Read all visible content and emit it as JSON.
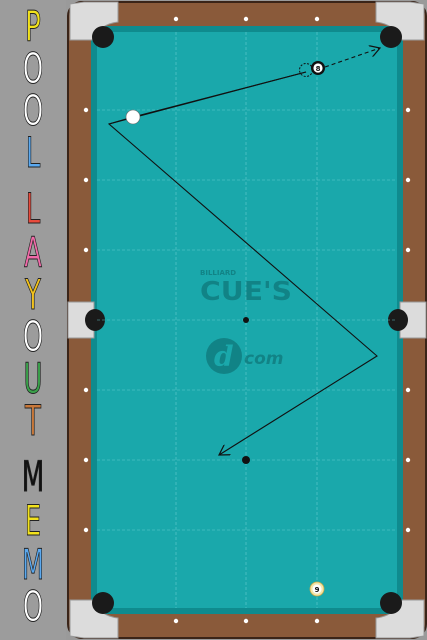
{
  "sidebar": {
    "title_letters": [
      {
        "char": "P",
        "color": "#f2e21c"
      },
      {
        "char": "O",
        "color": "#ffffff"
      },
      {
        "char": "O",
        "color": "#ffffff"
      },
      {
        "char": "L",
        "color": "#5aa9f0"
      },
      {
        "char": "L",
        "color": "#e84a3c"
      },
      {
        "char": "A",
        "color": "#f06aa8"
      },
      {
        "char": "Y",
        "color": "#f2c21c"
      },
      {
        "char": "O",
        "color": "#ffffff"
      },
      {
        "char": "U",
        "color": "#3aa04a"
      },
      {
        "char": "T",
        "color": "#c8783a"
      },
      {
        "char": "M",
        "color": "#111111"
      },
      {
        "char": "E",
        "color": "#f2e21c"
      },
      {
        "char": "M",
        "color": "#5aa9f0"
      },
      {
        "char": "O",
        "color": "#ffffff"
      }
    ]
  },
  "table": {
    "felt_color": "#1aa8ab",
    "rail_color": "#8a5a3a",
    "logo_small": "BILLIARD",
    "logo_main": "CUE'S",
    "logo_com": "com"
  },
  "balls": {
    "cue": {
      "label": ""
    },
    "eight": {
      "label": "8"
    },
    "nine": {
      "label": "9"
    }
  }
}
